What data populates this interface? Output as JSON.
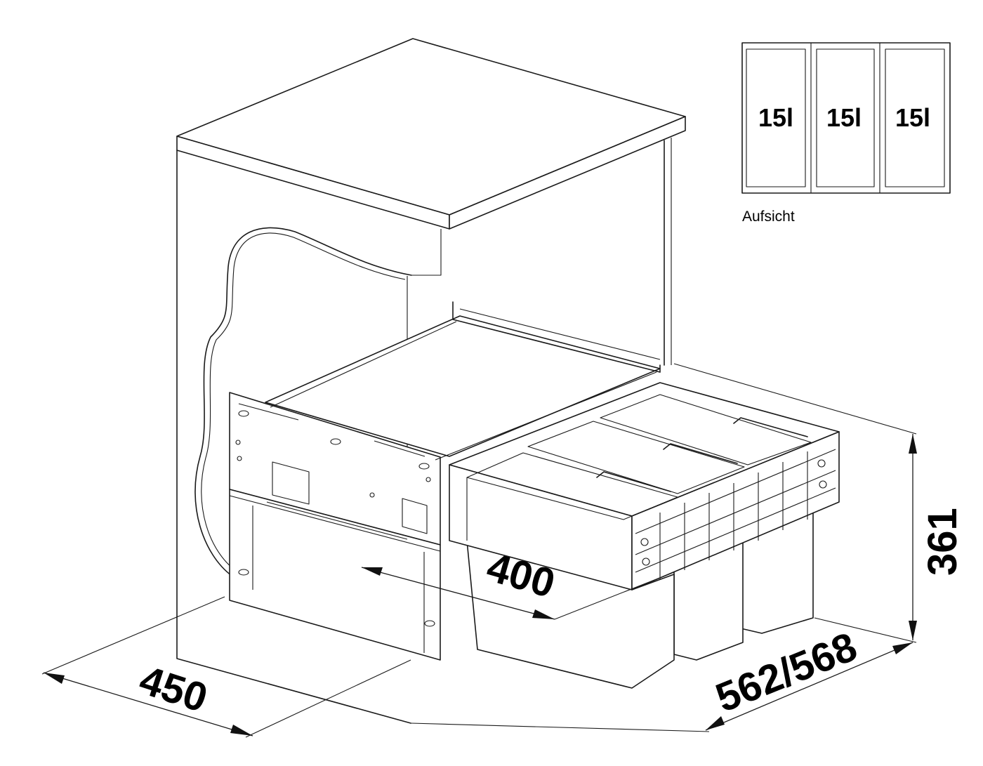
{
  "dimensions": {
    "width": "450",
    "drawer_depth": "400",
    "cabinet_depth": "562/568",
    "height": "361"
  },
  "top_view": {
    "caption": "Aufsicht",
    "compartments": [
      {
        "volume": "15l"
      },
      {
        "volume": "15l"
      },
      {
        "volume": "15l"
      }
    ]
  }
}
